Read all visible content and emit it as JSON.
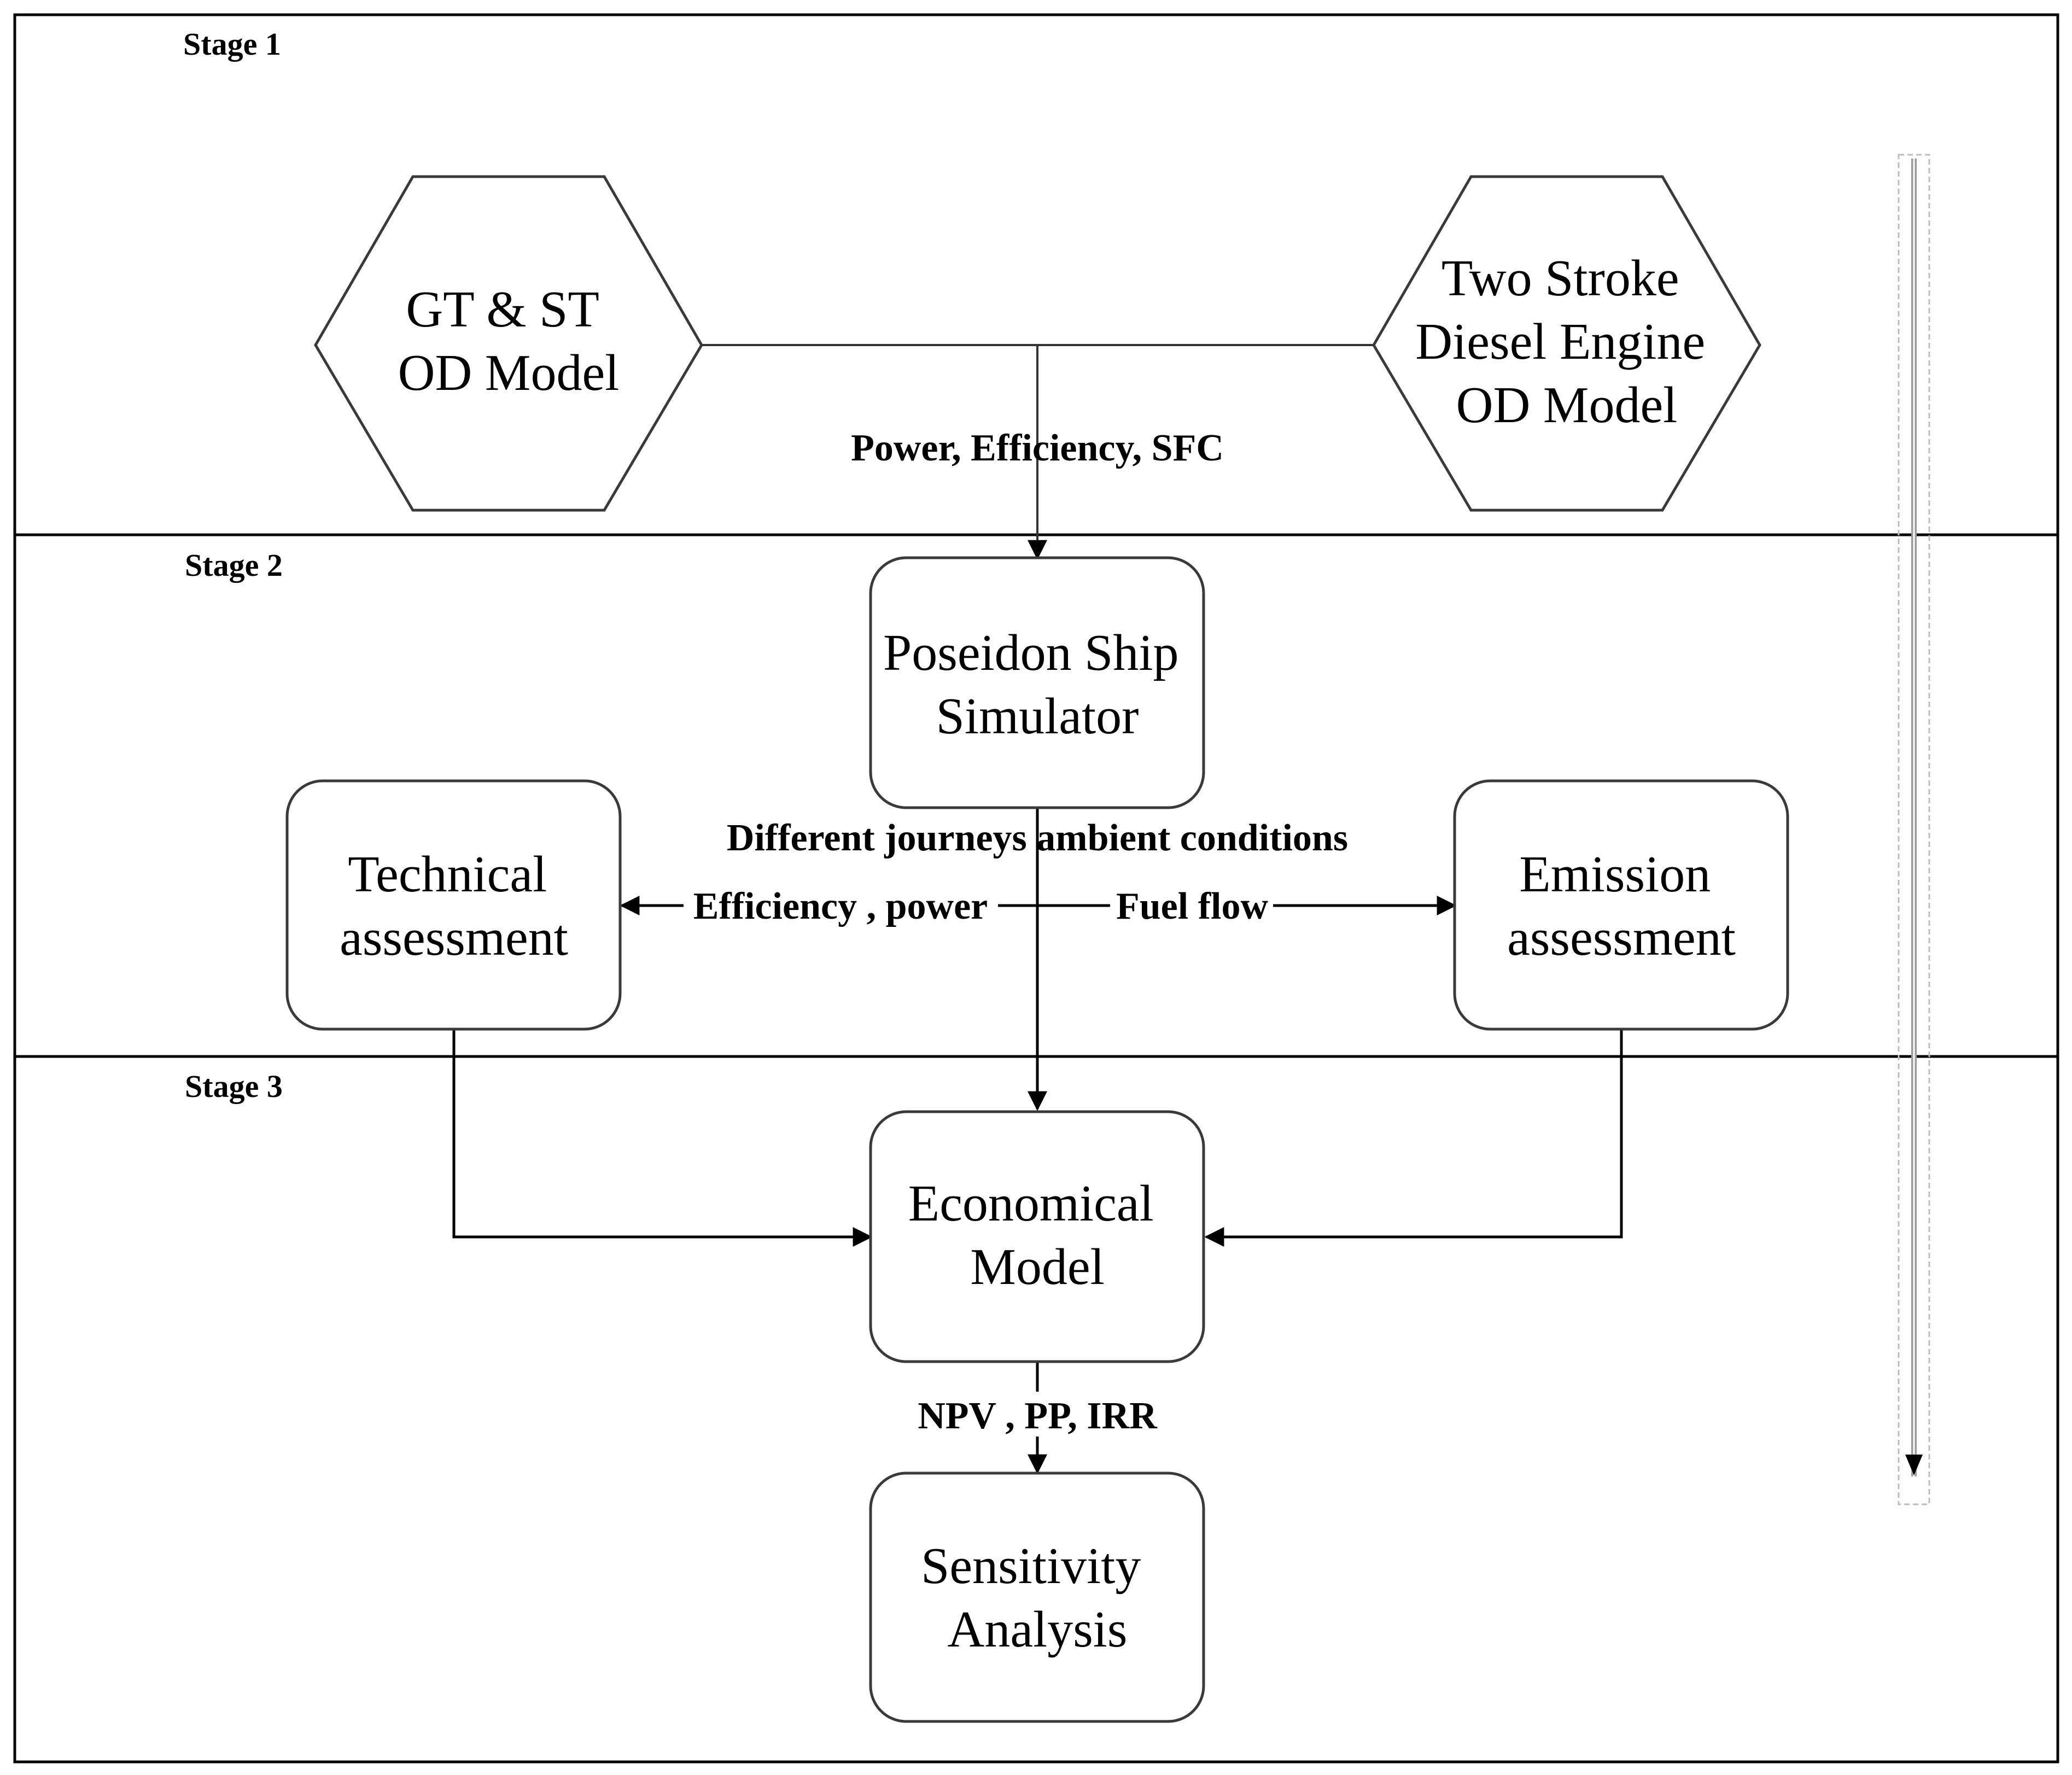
{
  "stages": {
    "stage1": "Stage 1",
    "stage2": "Stage 2",
    "stage3": "Stage 3"
  },
  "nodes": {
    "gt_st": [
      "GT & ST",
      "OD Model"
    ],
    "two_stroke": [
      "Two Stroke",
      "Diesel Engine",
      "OD Model"
    ],
    "poseidon": [
      "Poseidon Ship",
      "Simulator"
    ],
    "technical": [
      "Technical",
      "assessment"
    ],
    "emission": [
      "Emission",
      "assessment"
    ],
    "economical": [
      "Economical",
      "Model"
    ],
    "sensitivity": [
      "Sensitivity",
      "Analysis"
    ]
  },
  "edge_labels": {
    "power_eff_sfc": "Power, Efficiency, SFC",
    "journeys": "Different journeys ambient conditions",
    "eff_power": "Efficiency , power",
    "fuel_flow": "Fuel flow",
    "npv": "NPV , PP, IRR"
  }
}
